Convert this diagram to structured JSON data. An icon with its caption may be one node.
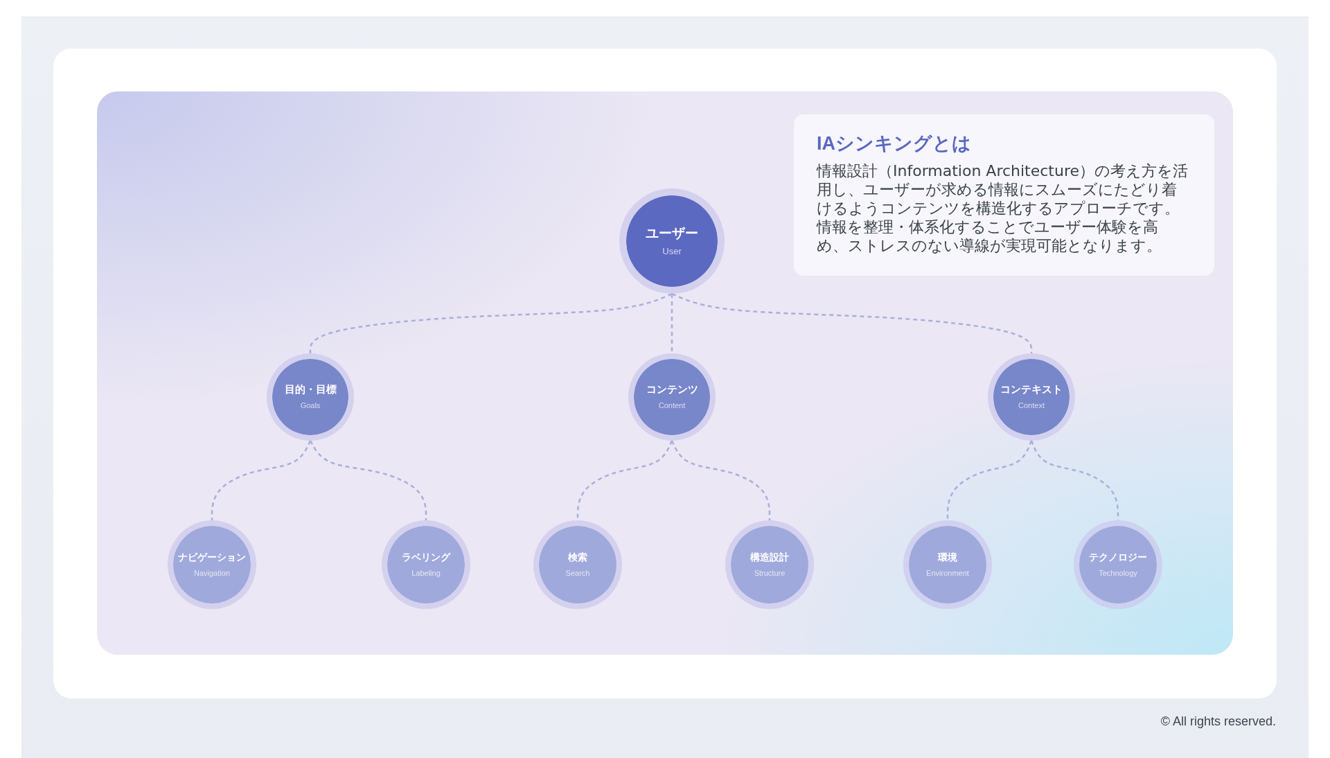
{
  "diagram": {
    "nodes": [
      {
        "text": [
          "ユーザー",
          "User"
        ]
      },
      {
        "text": [
          "目的・目標",
          "Goals"
        ]
      },
      {
        "text": [
          "コンテンツ",
          "Content"
        ]
      },
      {
        "text": [
          "コンテキスト",
          "Context"
        ]
      },
      {
        "text": [
          "ナビゲーション",
          "Navigation"
        ]
      },
      {
        "text": [
          "ラベリング",
          "Labeling"
        ]
      },
      {
        "text": [
          "検索",
          "Search"
        ]
      },
      {
        "text": [
          "構造設計",
          "Structure"
        ]
      },
      {
        "text": [
          "環境",
          "Environment"
        ]
      },
      {
        "text": [
          "テクノロジー",
          "Technology"
        ]
      },
      {
        "text": [
          "IAシンキングとは",
          "情報設計（Information Architecture）の考え方を活用し、ユーザーが求める情報にスムーズにたどり着けるようコンテンツを構造化するアプローチです。情報を整理・体系化することでユーザー体験を高め、ストレスのない導線が実現可能となります。"
        ]
      }
    ],
    "edges": [
      {
        "from": 0,
        "to": 1,
        "arrow": "none",
        "style": "dashed"
      },
      {
        "from": 0,
        "to": 2,
        "arrow": "none",
        "style": "dashed"
      },
      {
        "from": 0,
        "to": 3,
        "arrow": "none",
        "style": "dashed"
      },
      {
        "from": 1,
        "to": 4,
        "arrow": "none",
        "style": "dashed"
      },
      {
        "from": 1,
        "to": 5,
        "arrow": "none",
        "style": "dashed"
      },
      {
        "from": 2,
        "to": 6,
        "arrow": "none",
        "style": "dashed"
      },
      {
        "from": 2,
        "to": 7,
        "arrow": "none",
        "style": "dashed"
      },
      {
        "from": 3,
        "to": 8,
        "arrow": "none",
        "style": "dashed"
      },
      {
        "from": 3,
        "to": 9,
        "arrow": "none",
        "style": "dashed"
      }
    ],
    "labels": [
      "© All rights reserved."
    ]
  }
}
